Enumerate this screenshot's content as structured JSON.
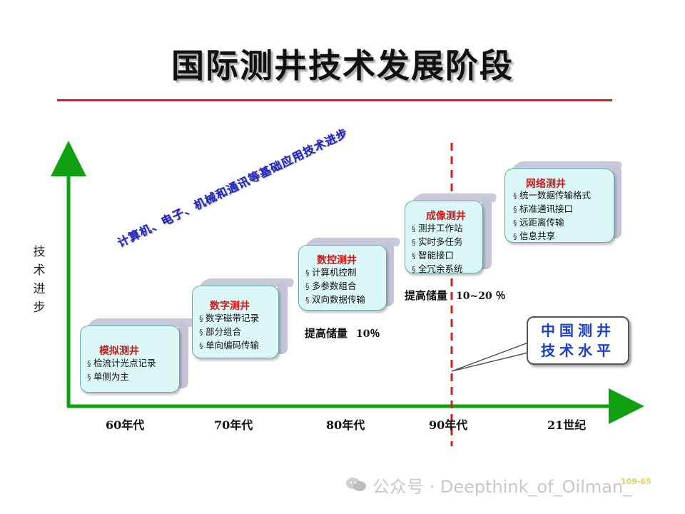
{
  "title": "国际测井技术发展阶段",
  "y_axis_label": [
    "技",
    "术",
    "进",
    "步"
  ],
  "x_axis_labels": [
    "60年代",
    "70年代",
    "80年代",
    "90年代",
    "21世纪"
  ],
  "diagonal_text": "计算机、电子、机械和通讯等基础应用技术进步",
  "stages": [
    {
      "title": "模拟测井",
      "items": [
        "检流计光点记录",
        "单侧为主"
      ]
    },
    {
      "title": "数字测井",
      "items": [
        "数字磁带记录",
        "部分组合",
        "单向编码传输"
      ]
    },
    {
      "title": "数控测井",
      "items": [
        "计算机控制",
        "多参数组合",
        "双向数据传输"
      ]
    },
    {
      "title": "成像测井",
      "items": [
        "测井工作站",
        "实时多任务",
        "智能接口",
        "全冗余系统"
      ]
    },
    {
      "title": "网络测井",
      "items": [
        "统一数据传输格式",
        "标准通讯接口",
        "远距离传输",
        "信息共享"
      ]
    }
  ],
  "boosts": [
    {
      "label": "提高储量",
      "value": "10％"
    },
    {
      "label": "提高储量",
      "value": "10~20 ％"
    }
  ],
  "callout": {
    "line1": "中国测井",
    "line2": "技术水平"
  },
  "watermark": "公众号 · Deepthink_of_Oilman_",
  "page_number": "109-65",
  "colors": {
    "axis": "#11a011",
    "title_rule": "#cc2222",
    "stage_title": "#d01818",
    "stage_face": "#dbf7f7",
    "diagonal_text": "#1e24c8",
    "callout_text": "#1a3fd1",
    "divider": "#cc2222"
  }
}
